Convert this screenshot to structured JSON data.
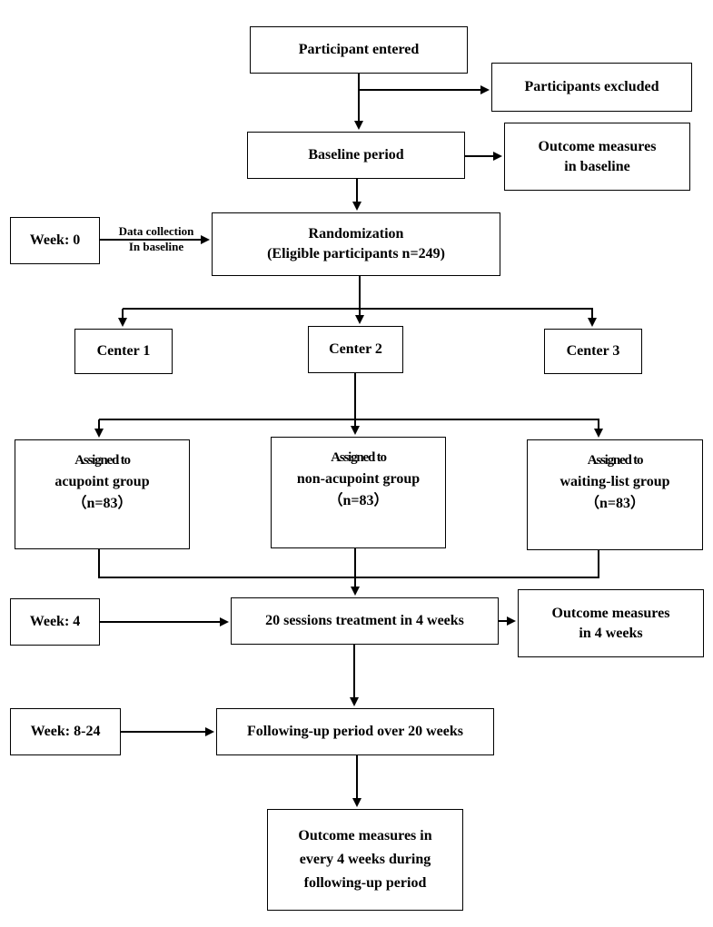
{
  "boxes": {
    "participant_entered": "Participant entered",
    "participants_excluded": "Participants excluded",
    "baseline_period": "Baseline period",
    "outcome_baseline": [
      "Outcome measures",
      "in baseline"
    ],
    "week_0": "Week: 0",
    "randomization": [
      "Randomization",
      "(Eligible participants n=249)"
    ],
    "center_1": "Center 1",
    "center_2": "Center 2",
    "center_3": "Center 3",
    "group_acupoint": [
      "Assigned to",
      "acupoint    group",
      "（n=83）"
    ],
    "group_non_acupoint": [
      "Assigned to",
      "non-acupoint group",
      "（n=83）"
    ],
    "group_waiting_list": [
      "Assigned to",
      "waiting-list group",
      "（n=83）"
    ],
    "week_4": "Week: 4",
    "treatment": "20 sessions treatment in 4 weeks",
    "outcome_4_weeks": [
      "Outcome measures",
      "in 4 weeks"
    ],
    "week_8_24": "Week: 8-24",
    "follow_up": "Following-up period over 20 weeks",
    "outcome_follow_up": [
      "Outcome measures in",
      "every 4 weeks during",
      "following-up period"
    ]
  },
  "labels": {
    "data_collection": [
      "Data collection",
      "In baseline"
    ]
  }
}
